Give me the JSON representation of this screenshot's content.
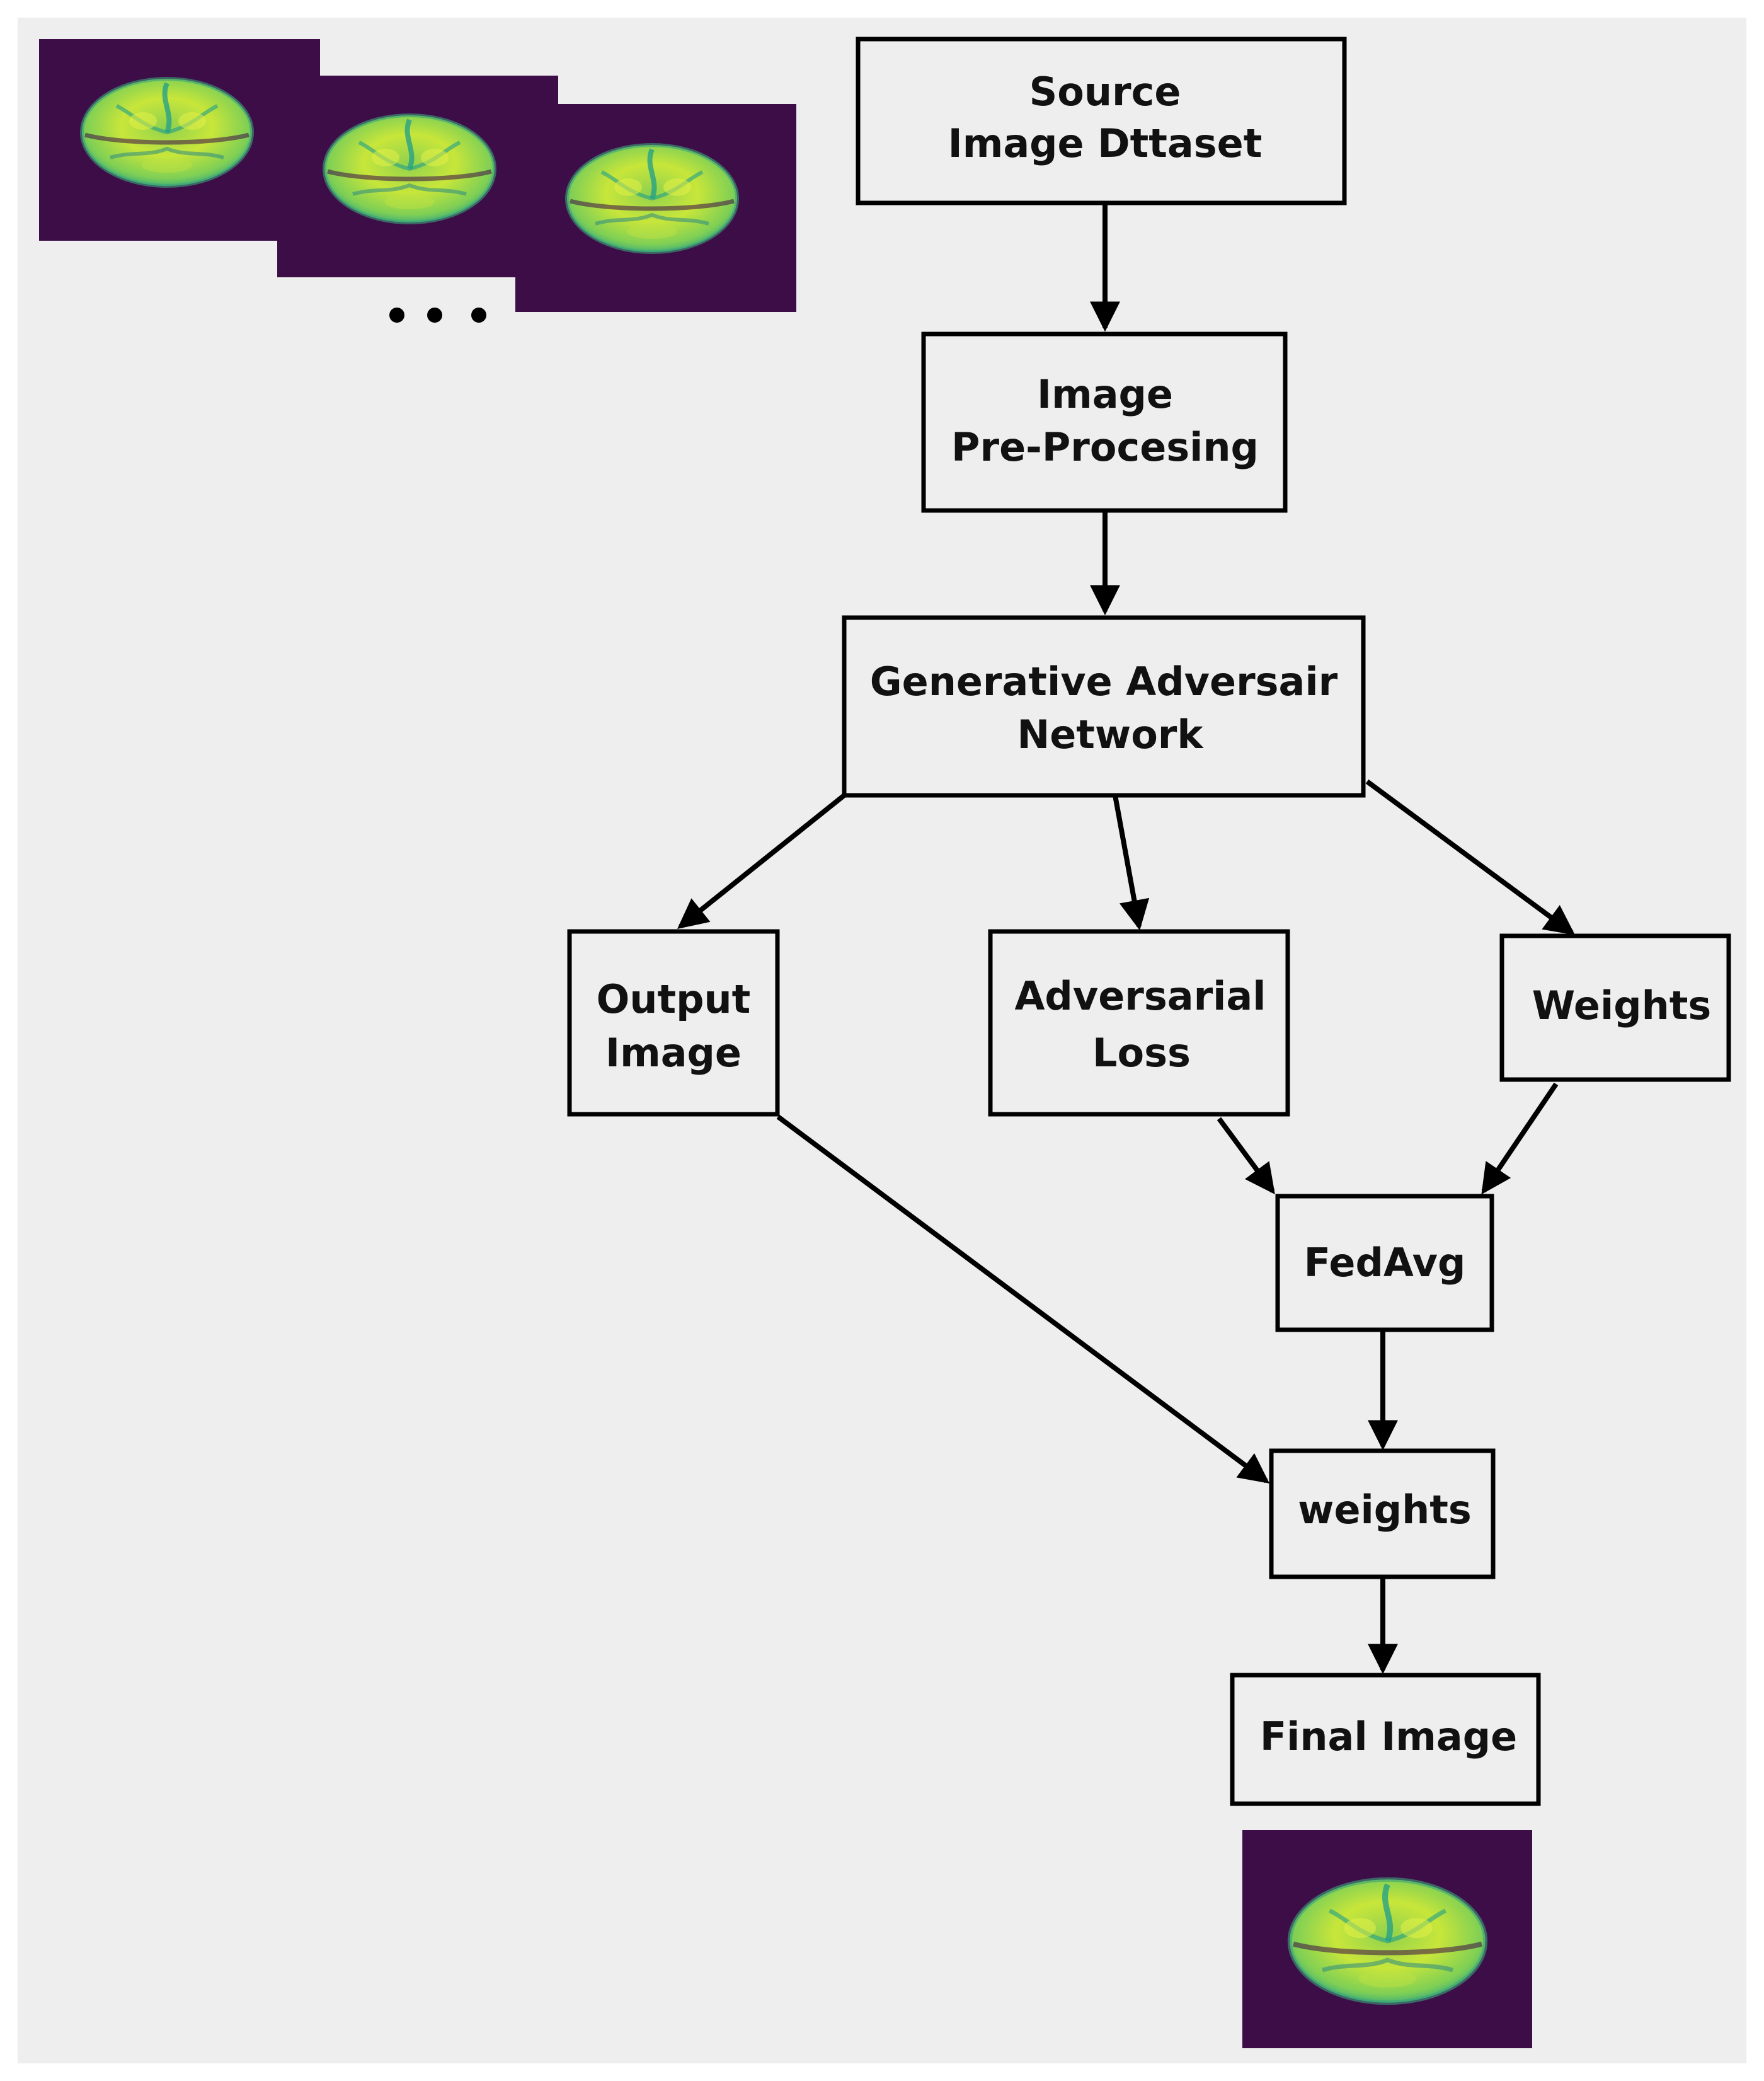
{
  "diagram": {
    "nodes": {
      "source": {
        "lines": [
          "Source",
          "Image Dttaset"
        ]
      },
      "preprocess": {
        "lines": [
          "Image",
          "Pre-Procesing"
        ]
      },
      "gan": {
        "lines": [
          "Generative Adversair",
          "Network"
        ]
      },
      "output": {
        "lines": [
          "Output",
          "Image"
        ]
      },
      "loss": {
        "lines": [
          "Adversarial",
          "Loss"
        ]
      },
      "weights_top": {
        "lines": [
          "Weights"
        ]
      },
      "fedavg": {
        "lines": [
          "FedAvg"
        ]
      },
      "weights_agg": {
        "lines": [
          "weights"
        ]
      },
      "final": {
        "lines": [
          "Final Image"
        ]
      }
    },
    "edges": [
      {
        "from": "source",
        "to": "preprocess"
      },
      {
        "from": "preprocess",
        "to": "gan"
      },
      {
        "from": "gan",
        "to": "output"
      },
      {
        "from": "gan",
        "to": "loss"
      },
      {
        "from": "gan",
        "to": "weights_top"
      },
      {
        "from": "loss",
        "to": "fedavg"
      },
      {
        "from": "weights_top",
        "to": "fedavg"
      },
      {
        "from": "output",
        "to": "weights_agg"
      },
      {
        "from": "fedavg",
        "to": "weights_agg"
      },
      {
        "from": "weights_agg",
        "to": "final"
      }
    ],
    "colors": {
      "background": "#eeeeee",
      "border": "#000000",
      "text": "#111111",
      "mri_background": "#3d0d47",
      "mri_tissue_light": "#d4ec3a",
      "mri_tissue_mid": "#8fd14f",
      "mri_tissue_dark": "#1f9e89"
    },
    "icons": {
      "input_stack": "brain-mri-slice-stack-icon",
      "ellipsis": "ellipsis-dots-icon",
      "result": "brain-mri-slice-icon"
    }
  }
}
